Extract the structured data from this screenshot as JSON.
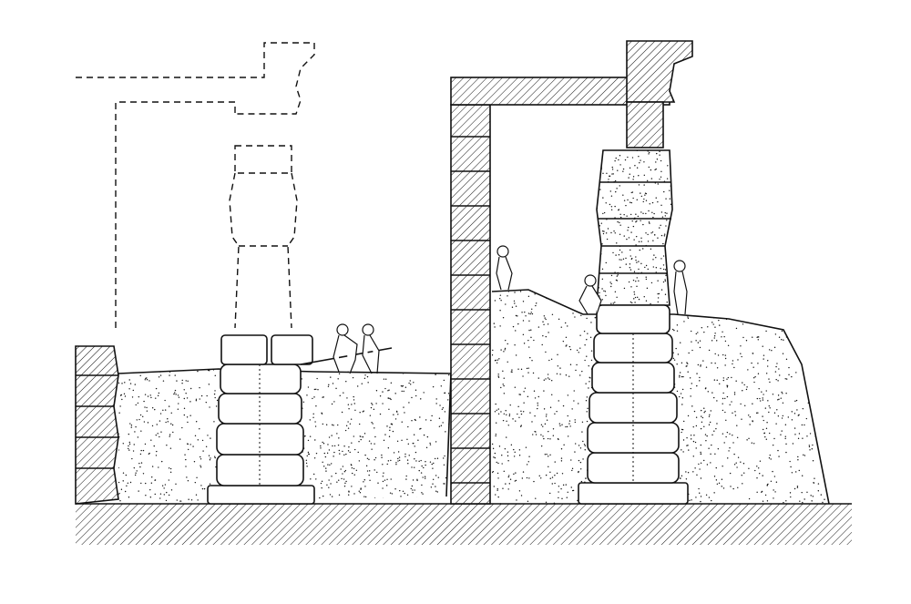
{
  "colors": {
    "ink": "#111111",
    "background": "#ffffff"
  },
  "panels": [
    {
      "name": "left",
      "state": "column partially built, upper part dashed outline"
    },
    {
      "name": "right",
      "state": "column complete, sand ramp partially removed"
    }
  ]
}
